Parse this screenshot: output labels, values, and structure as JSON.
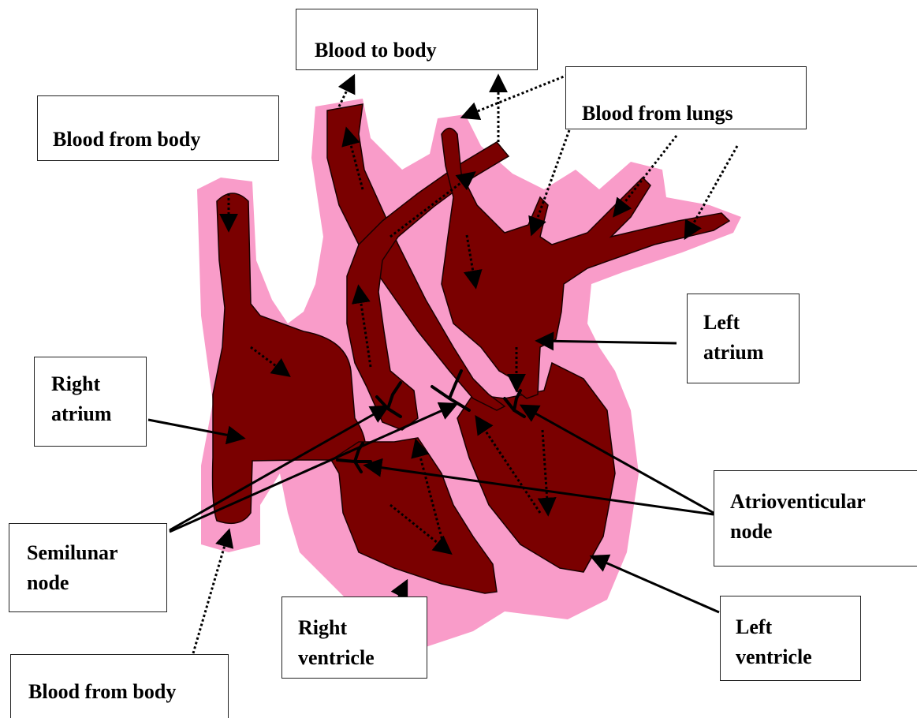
{
  "colors": {
    "pericardium": "#f99cc9",
    "vessel_light": "#ff0000",
    "vessel_dark": "#7a0000",
    "outline": "#1a0000",
    "arrow": "#000000"
  },
  "labels": {
    "blood_to_body": "Blood to body",
    "blood_from_lungs": "Blood from lungs",
    "blood_from_body_top": "Blood from body",
    "left_atrium": [
      "Left",
      "atrium"
    ],
    "right_atrium": [
      "Right",
      "atrium"
    ],
    "atrioventricular_node": [
      "Atrioventicular",
      "node"
    ],
    "semilunar_node": [
      "Semilunar",
      "node"
    ],
    "right_ventricle": [
      "Right",
      "ventricle"
    ],
    "left_ventricle": [
      "Left",
      "ventricle"
    ],
    "blood_from_body_bottom": "Blood from body"
  }
}
